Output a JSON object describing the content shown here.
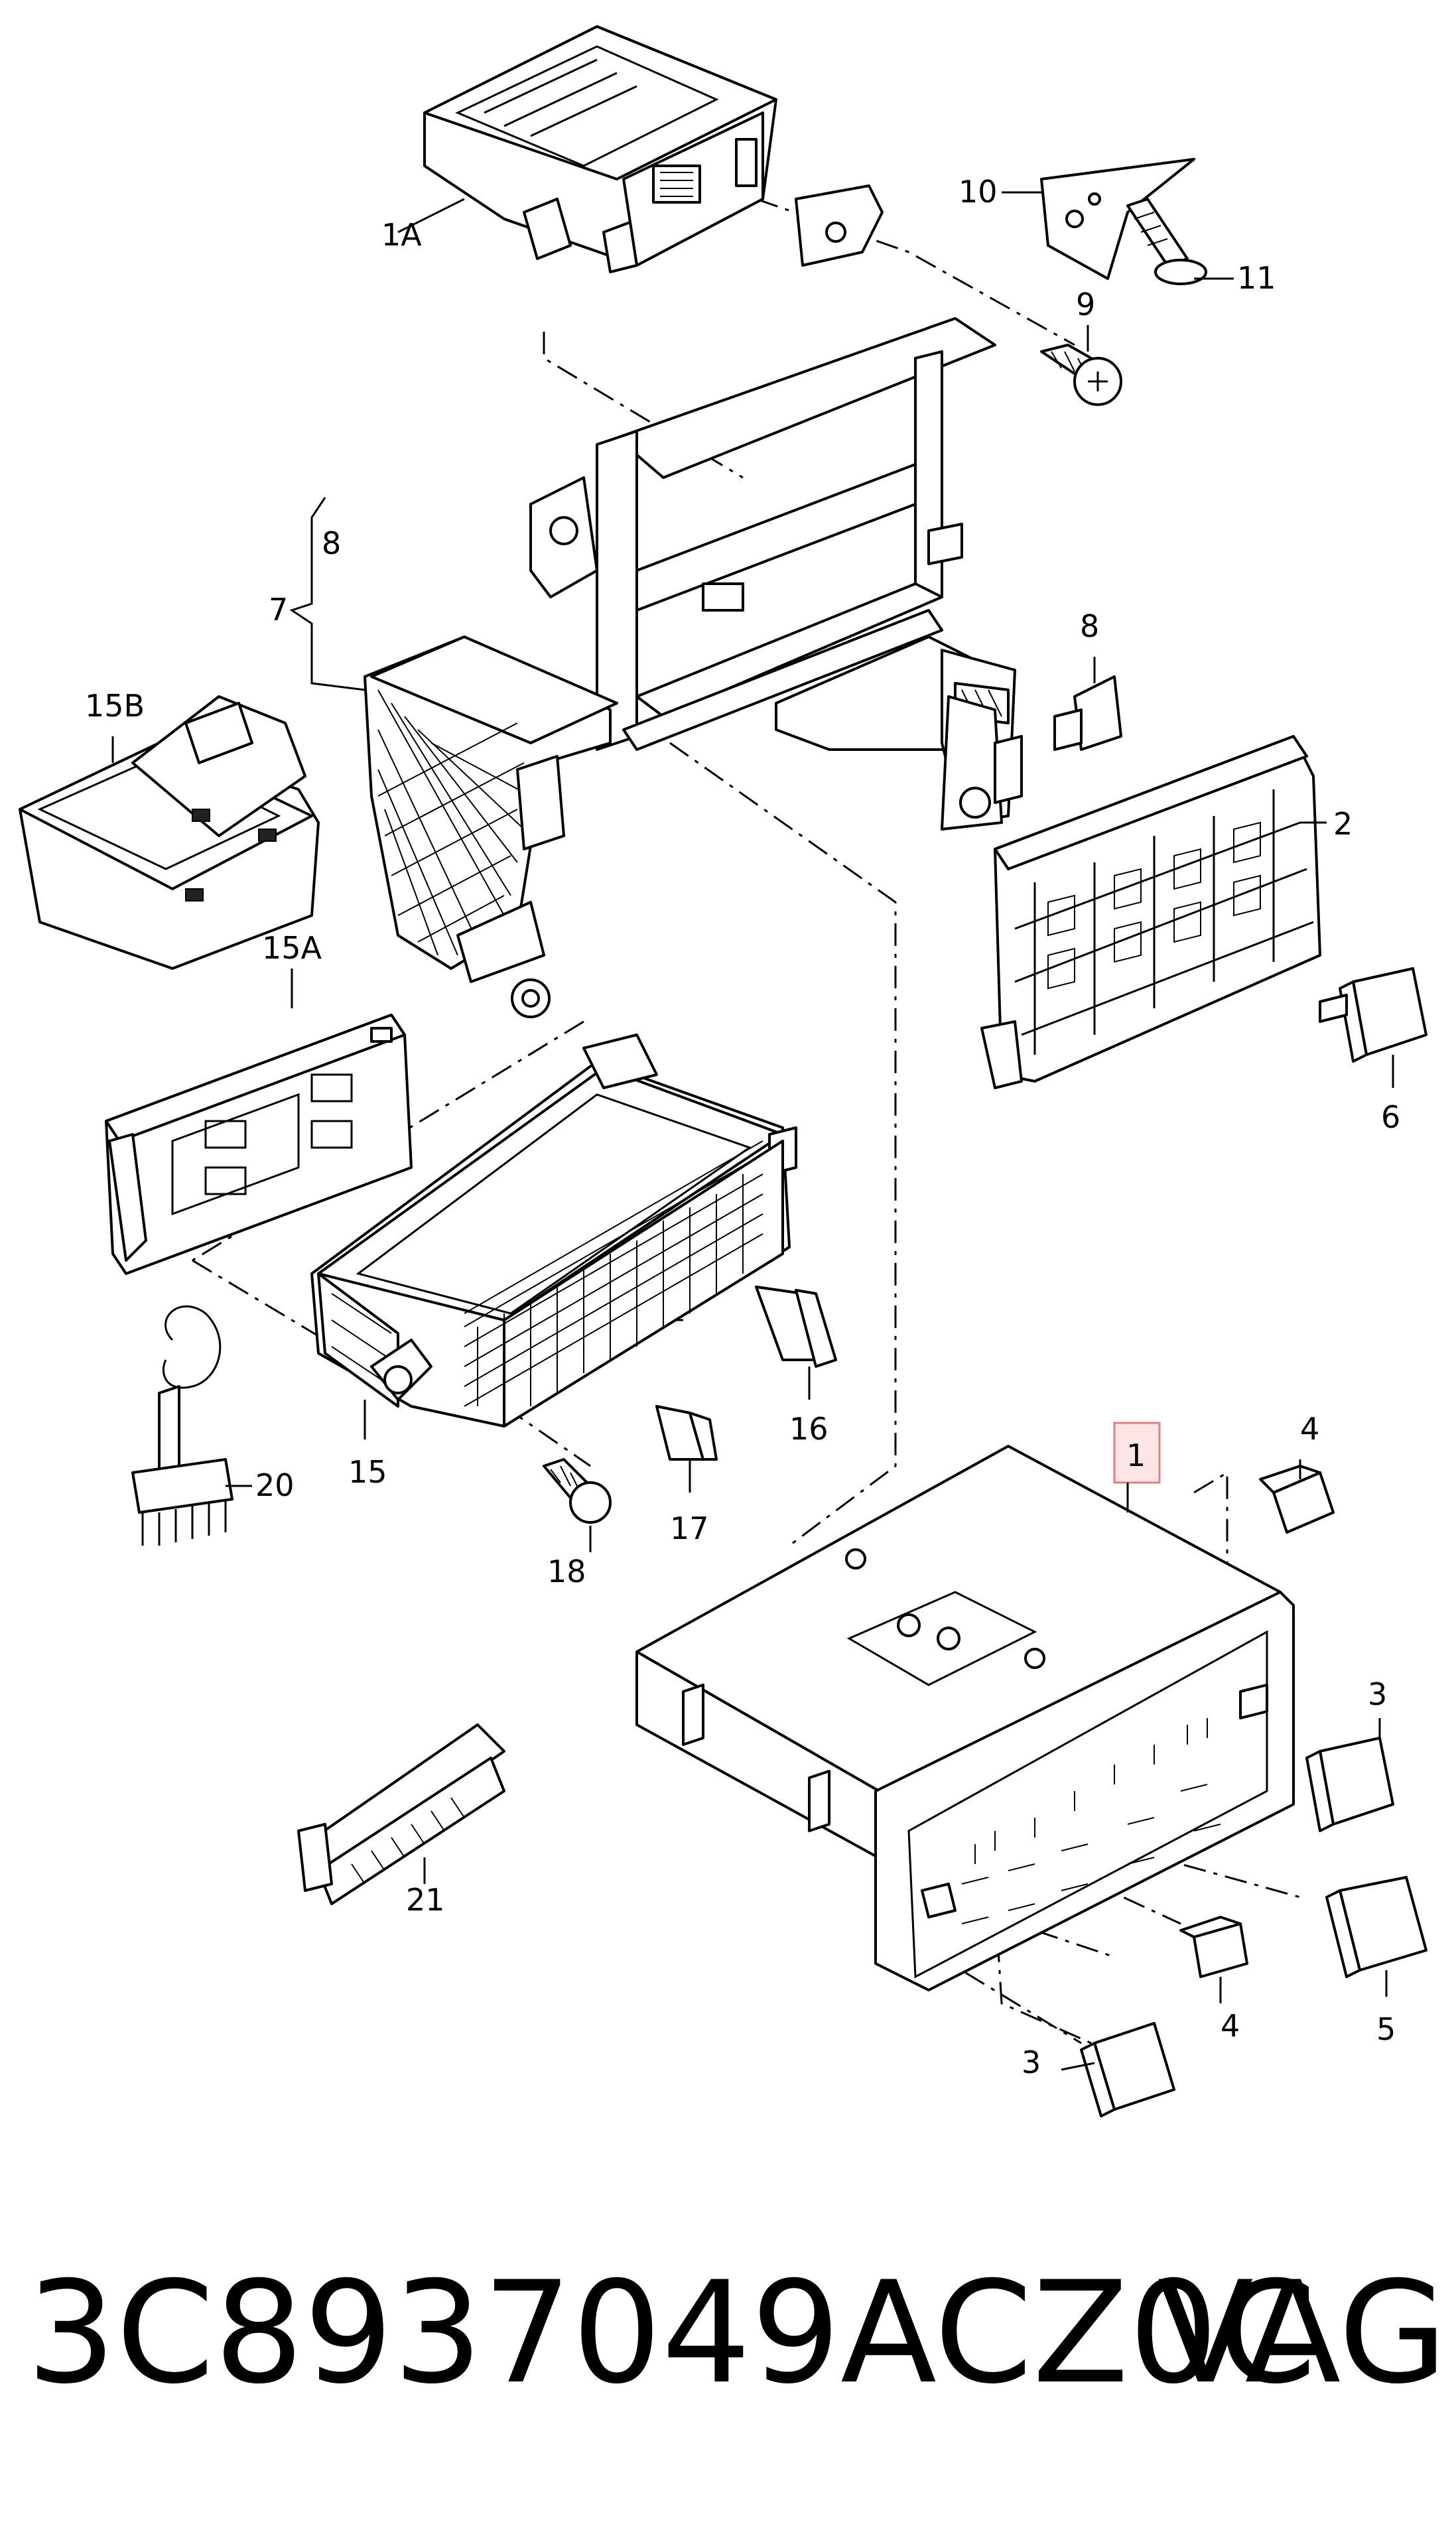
{
  "callouts": {
    "c1": "1",
    "c1A": "1A",
    "c2": "2",
    "c3a": "3",
    "c3b": "3",
    "c4a": "4",
    "c4b": "4",
    "c5": "5",
    "c6": "6",
    "c7": "7",
    "c8a": "8",
    "c8b": "8",
    "c9": "9",
    "c10": "10",
    "c11": "11",
    "c15": "15",
    "c15A": "15A",
    "c15B": "15B",
    "c16": "16",
    "c17": "17",
    "c18": "18",
    "c20": "20",
    "c21": "21"
  },
  "footer": {
    "part_number": "3C8937049ACZ0C",
    "brand": "VAG"
  }
}
